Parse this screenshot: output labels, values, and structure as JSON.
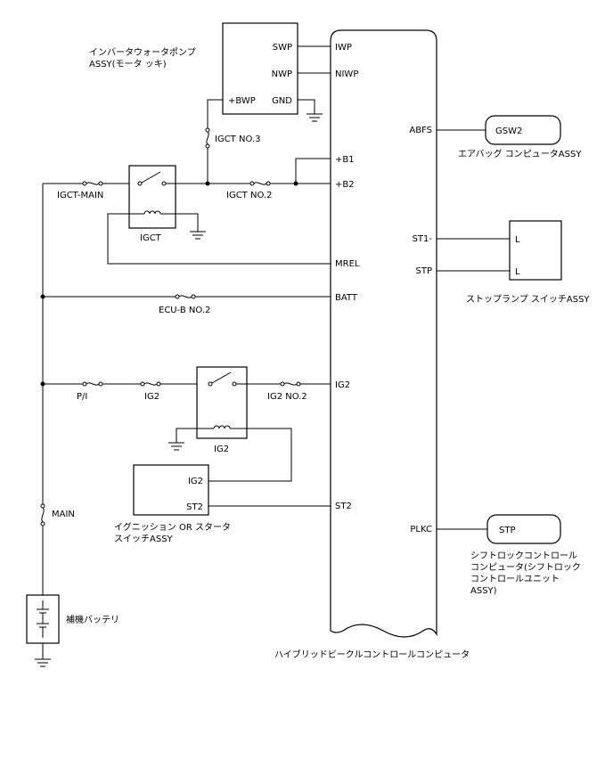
{
  "components": {
    "water_pump": {
      "name_line1": "インバータウォータポンプ",
      "name_line2": "ASSY(モータ ッキ)",
      "pin_swp": "SWP",
      "pin_nwp": "NWP",
      "pin_bwp": "+BWP",
      "pin_gnd": "GND"
    },
    "airbag": {
      "name": "エアバッグ コンピュータASSY",
      "pin": "GSW2"
    },
    "stop_switch": {
      "name": "ストップランプ スイッチASSY",
      "pin1": "L",
      "pin2": "L"
    },
    "ignition_switch": {
      "name_line1": "イグニッション OR スタータ",
      "name_line2": "スイッチASSY",
      "pin_ig2": "IG2",
      "pin_st2": "ST2"
    },
    "shift_lock": {
      "name_line1": "シフトロックコントロール",
      "name_line2": "コンピュータ(シフトロック",
      "name_line3": "コントロールユニット",
      "name_line4": "ASSY)",
      "pin": "STP"
    },
    "battery": {
      "name": "補機バッテリ"
    },
    "hv_ecu": {
      "name": "ハイブリッドビークルコントロールコンピュータ"
    }
  },
  "ecu_pins": {
    "iwp": "IWP",
    "niwp": "NIWP",
    "b1": "+B1",
    "b2": "+B2",
    "mrel": "MREL",
    "batt": "BATT",
    "ig2": "IG2",
    "st2": "ST2",
    "abfs": "ABFS",
    "st1": "ST1-",
    "stp": "STP",
    "plkc": "PLKC"
  },
  "fuses": {
    "igct_main": "IGCT-MAIN",
    "igct_no2": "IGCT NO.2",
    "igct_no3": "IGCT NO.3",
    "ecub_no2": "ECU-B NO.2",
    "pi": "P/I",
    "ig2": "IG2",
    "ig2_no2": "IG2 NO.2",
    "main": "MAIN"
  },
  "relays": {
    "igct": "IGCT",
    "ig2": "IG2"
  }
}
